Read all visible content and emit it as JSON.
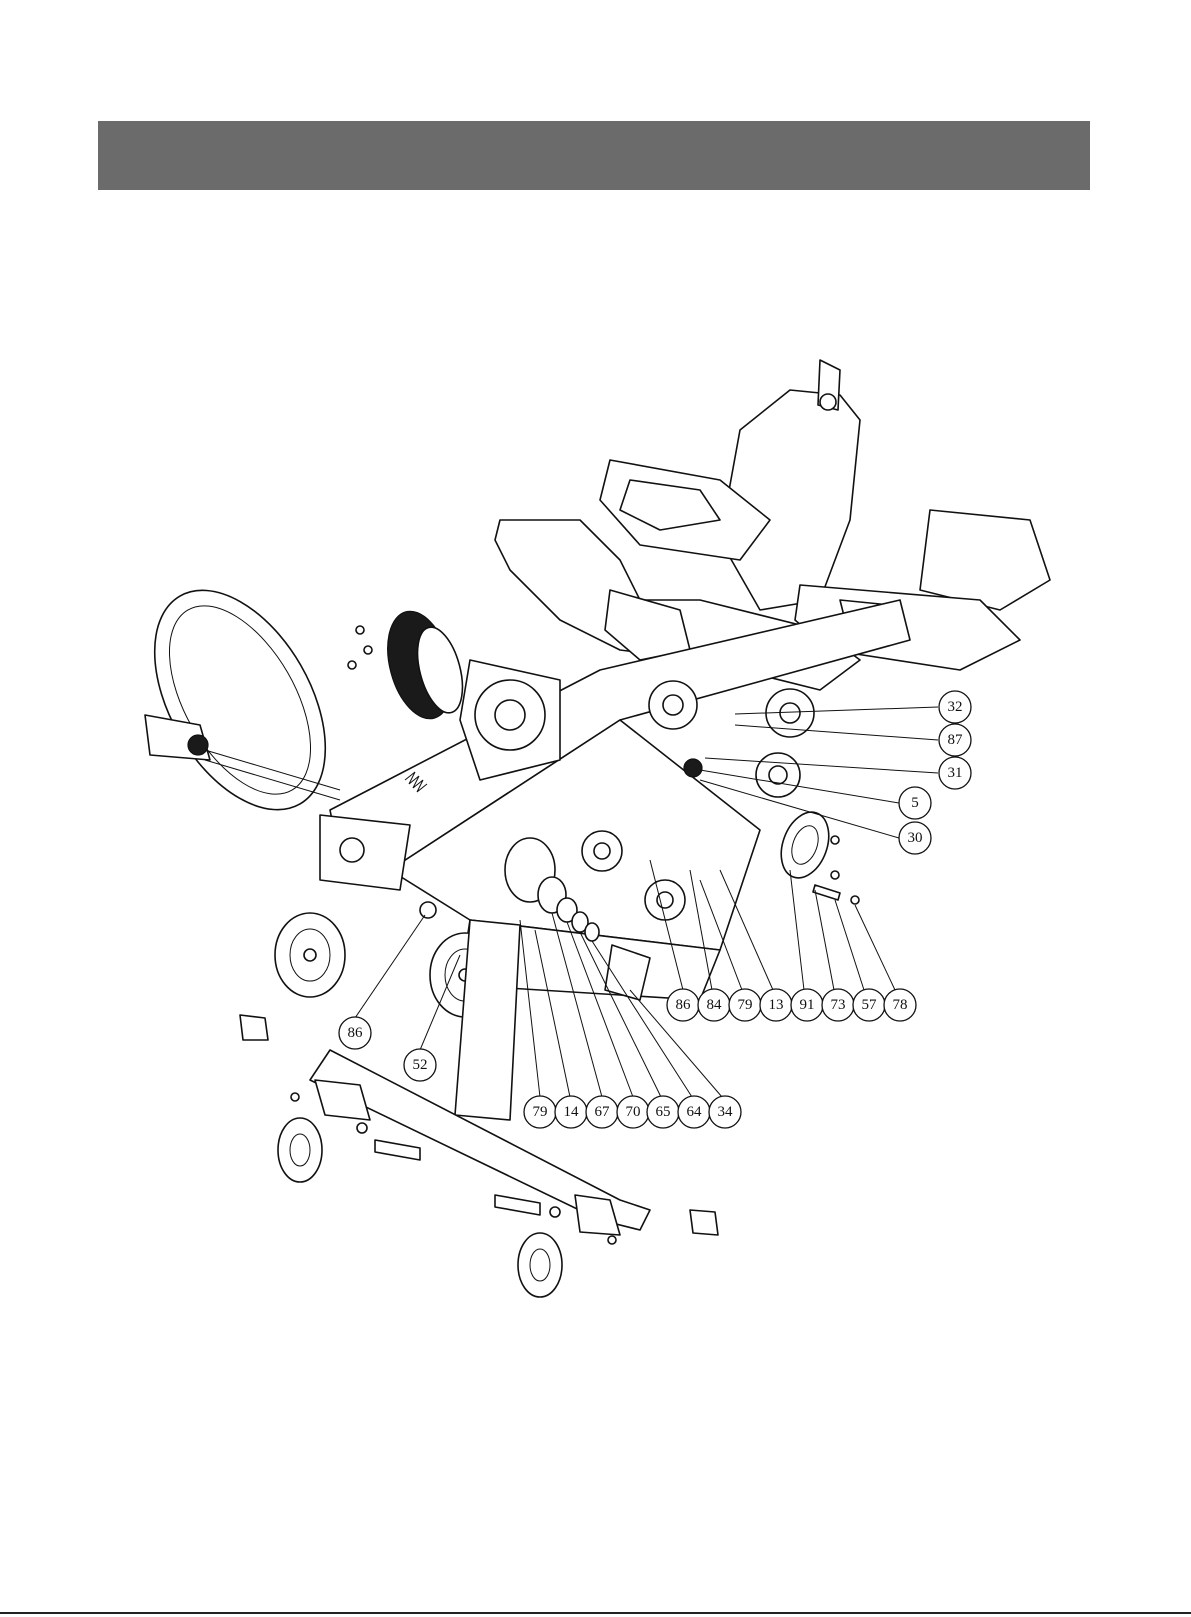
{
  "header": {
    "color": "#6b6b6b"
  },
  "diagram": {
    "callouts": [
      {
        "id": "c-32",
        "label": "32"
      },
      {
        "id": "c-87",
        "label": "87"
      },
      {
        "id": "c-31",
        "label": "31"
      },
      {
        "id": "c-5",
        "label": "5"
      },
      {
        "id": "c-30",
        "label": "30"
      },
      {
        "id": "c-86a",
        "label": "86"
      },
      {
        "id": "c-84",
        "label": "84"
      },
      {
        "id": "c-79a",
        "label": "79"
      },
      {
        "id": "c-13",
        "label": "13"
      },
      {
        "id": "c-91",
        "label": "91"
      },
      {
        "id": "c-73",
        "label": "73"
      },
      {
        "id": "c-57",
        "label": "57"
      },
      {
        "id": "c-78",
        "label": "78"
      },
      {
        "id": "c-86b",
        "label": "86"
      },
      {
        "id": "c-52",
        "label": "52"
      },
      {
        "id": "c-79b",
        "label": "79"
      },
      {
        "id": "c-14",
        "label": "14"
      },
      {
        "id": "c-67",
        "label": "67"
      },
      {
        "id": "c-70",
        "label": "70"
      },
      {
        "id": "c-65",
        "label": "65"
      },
      {
        "id": "c-64",
        "label": "64"
      },
      {
        "id": "c-34",
        "label": "34"
      }
    ]
  }
}
